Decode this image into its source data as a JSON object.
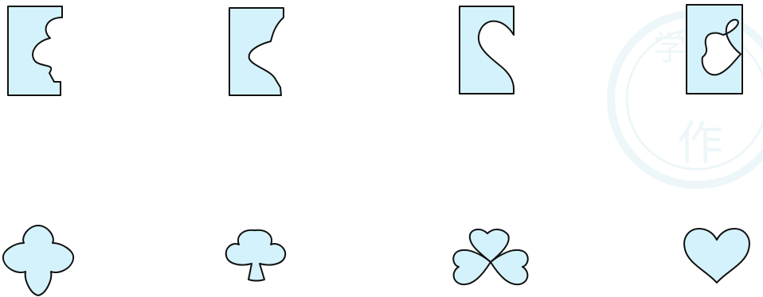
{
  "colors": {
    "fill": "#d4f2fb",
    "stroke": "#111111",
    "watermark": "#a9dcec"
  },
  "watermark": {
    "kind": "circular-seal",
    "glyphs": [
      "学",
      "作"
    ]
  },
  "folded_papers": [
    {
      "name": "paper-a",
      "cut": "wavy-notch"
    },
    {
      "name": "paper-b",
      "cut": "concave-bump-notch"
    },
    {
      "name": "paper-c",
      "cut": "c-curve-notch"
    },
    {
      "name": "paper-d",
      "cut": "heart-cutout"
    }
  ],
  "unfolded_options": [
    {
      "name": "four-lobed-shape",
      "icon": "four-lobe"
    },
    {
      "name": "club-shape",
      "icon": "club"
    },
    {
      "name": "three-heart-clover-shape",
      "icon": "clover"
    },
    {
      "name": "heart-shape",
      "icon": "heart"
    }
  ]
}
